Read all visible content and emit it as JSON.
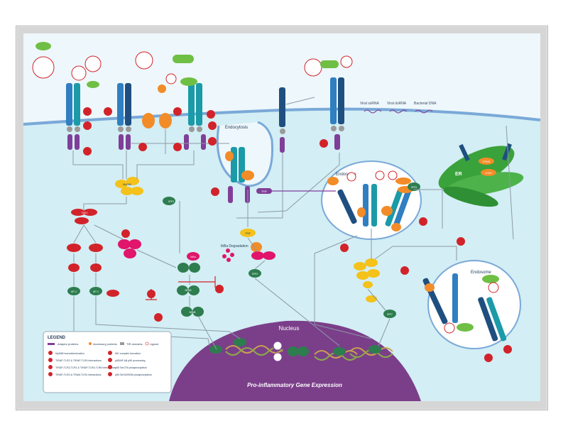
{
  "labels": {
    "endocytosis": "Endocytosis",
    "endosome_top": "Endosome",
    "endosome_right": "Endosome",
    "nucleus": "Nucleus",
    "er": "ER",
    "ikba_degradation": "IkBa Degradation",
    "gene_expression": "Pro-inflammatory Gene Expression",
    "viral_ssrna": "Viral ssRNA",
    "viral_dsrna": "Viral dsRNA",
    "bacterial_dna": "Bacterial DNA",
    "trif": "TRIF",
    "ikba": "IkBa",
    "nfkb": "NFkB",
    "tlr": "TLR",
    "irf3": "IRF3",
    "myd88": "MyD88",
    "tak1": "TAK1",
    "ap1": "AP-1",
    "irf7": "IRF7",
    "sting": "STING",
    "cgas": "cGAS"
  },
  "legend": {
    "title": "LEGEND",
    "key_items": [
      "Adaptor proteins",
      "Accessory proteins",
      "TIR domains",
      "Ligand"
    ],
    "notes": [
      "MyD88 homodimerization",
      "TIRAP-TLR2 & TIRAP-TLR4 interactions",
      "TIRAP-TLR2-TLR1 & TIRAP-TLR4-TLR6 interactions",
      "TIRAP-TLR4 & TRAM-TLR4 interactions",
      "IKK complex formation",
      "p65/NF-kB p50 processing",
      "p65 Ser276 phosphorylation",
      "p65 Ser529/536 phosphorylation"
    ]
  },
  "colors": {
    "cytoplasm": "#d3eef4",
    "extracellular": "#eef7fb",
    "membrane": "#7aa9d8",
    "nucleus": "#7b3f8a",
    "receptor_blue": "#2f7fc1",
    "receptor_teal": "#1b9aa8",
    "adaptor_purple": "#7f3f98",
    "accessory_orange": "#f28c28",
    "kinase_yellow": "#f4c21a",
    "tf_green": "#2e7d4f",
    "red_marker": "#d2232a",
    "ligand_green": "#6fbf44",
    "er_green": "#3aa23a"
  }
}
